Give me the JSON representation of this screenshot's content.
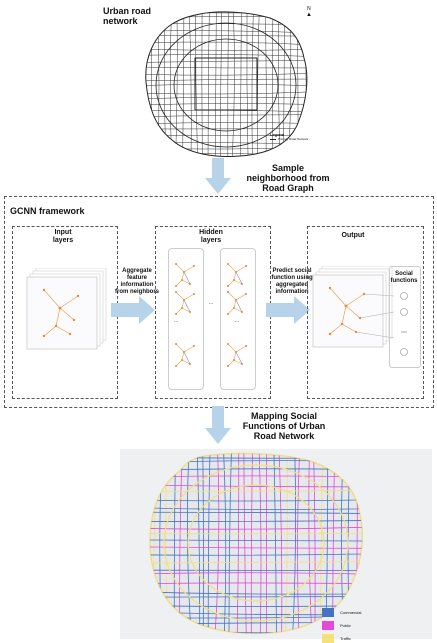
{
  "top_map": {
    "title_line1": "Urban road",
    "title_line2": "network",
    "north_symbol": "N",
    "legend_title": "Legend",
    "legend_item": "Primary Road Network"
  },
  "arrow1": {
    "label_line1": "Sample",
    "label_line2": "neighborhood from",
    "label_line3": "Road Graph"
  },
  "gcnn": {
    "title": "GCNN framework",
    "input_title_line1": "Input",
    "input_title_line2": "layers",
    "aggregate_line1": "Aggregate",
    "aggregate_line2": "feature",
    "aggregate_line3": "information",
    "aggregate_line4": "from neighbors",
    "hidden_title_line1": "Hidden",
    "hidden_title_line2": "layers",
    "predict_line1": "Predict social",
    "predict_line2": "function using",
    "predict_line3": "aggregated",
    "predict_line4": "information",
    "output_title": "Output",
    "social_line1": "Social",
    "social_line2": "functions",
    "ellipsis": "..."
  },
  "arrow2": {
    "label_line1": "Mapping Social",
    "label_line2": "Functions of Urban",
    "label_line3": "Road Network"
  },
  "bottom_legend": {
    "items": [
      {
        "label": "Commercial",
        "color": "#4472c4"
      },
      {
        "label": "Public",
        "color": "#e64ad9"
      },
      {
        "label": "Traffic",
        "color": "#f5e07a"
      }
    ]
  }
}
